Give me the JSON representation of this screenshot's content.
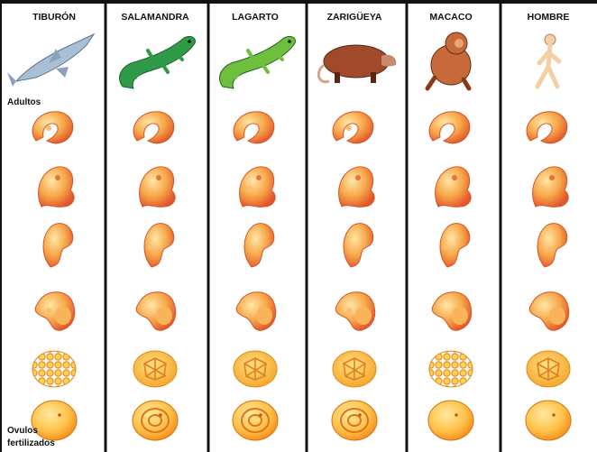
{
  "columns": [
    {
      "id": "tiburon",
      "label": "TIBURÓN",
      "animal": "shark-icon"
    },
    {
      "id": "salamandra",
      "label": "SALAMANDRA",
      "animal": "salamander-icon"
    },
    {
      "id": "lagarto",
      "label": "LAGARTO",
      "animal": "lizard-icon"
    },
    {
      "id": "zarigueya",
      "label": "ZARIGÜEYA",
      "animal": "opossum-icon"
    },
    {
      "id": "macaco",
      "label": "MACACO",
      "animal": "macaque-icon"
    },
    {
      "id": "hombre",
      "label": "HOMBRE",
      "animal": "human-icon"
    }
  ],
  "labels": {
    "adults": "Adultos",
    "eggs_line1": "Ovulos",
    "eggs_line2": "fertilizados"
  },
  "stages": [
    "adult",
    "embryo-late",
    "embryo-mid",
    "embryo-early-2",
    "embryo-early-1",
    "morula",
    "fertilized-egg"
  ],
  "colors": {
    "background": "#ffffff",
    "divider": "#111111",
    "header_fill": "#111111",
    "embryo_light": "#ffd884",
    "embryo_dark": "#e2572a",
    "egg_light": "#ffe08a",
    "egg_dark": "#f28a18",
    "shark": "#a9bfd3",
    "salamander": "#2f9a48",
    "lizard": "#6dbf3c",
    "opossum": "#a14a2b",
    "macaque": "#c66a3a",
    "human": "#f4cfa4"
  }
}
